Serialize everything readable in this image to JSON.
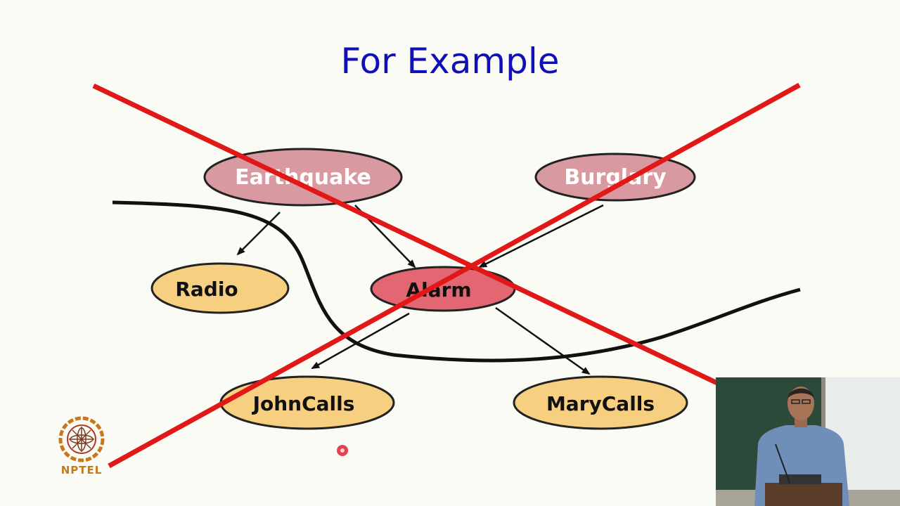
{
  "slide": {
    "title": "For Example"
  },
  "nodes": {
    "earthquake": "Earthquake",
    "burglary": "Burglary",
    "radio": "Radio",
    "alarm": "Alarm",
    "john_calls": "JohnCalls",
    "mary_calls": "MaryCalls"
  },
  "colors": {
    "title": "#1010b8",
    "parent_node_fill": "#d89aa0",
    "alarm_node_fill": "#e36772",
    "child_node_fill": "#f6cf80",
    "cross_out": "#e01818",
    "pointer": "#e02030",
    "logo": "#c8781a"
  },
  "logo": {
    "text": "NPTEL"
  }
}
